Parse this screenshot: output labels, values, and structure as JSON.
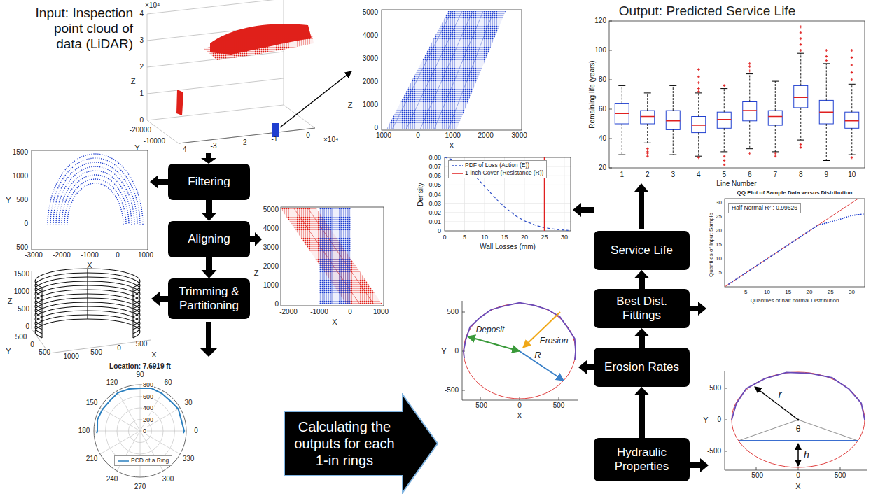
{
  "diagram": {
    "nodes": [
      {
        "text": [
          "Filtering"
        ]
      },
      {
        "text": [
          "Aligning"
        ]
      },
      {
        "text": [
          "Trimming & Partitioning"
        ]
      },
      {
        "text": [
          "Calculating the outputs for each 1-in rings"
        ]
      },
      {
        "text": [
          "Service Life"
        ]
      },
      {
        "text": [
          "Best Dist. Fittings"
        ]
      },
      {
        "text": [
          "Erosion Rates"
        ]
      },
      {
        "text": [
          "Hydraulic Properties"
        ]
      }
    ],
    "edges": [
      {
        "from": 0,
        "to": 1,
        "arrow": "to"
      },
      {
        "from": 1,
        "to": 2,
        "arrow": "to"
      },
      {
        "from": 7,
        "to": 6,
        "arrow": "to"
      },
      {
        "from": 6,
        "to": 5,
        "arrow": "to"
      },
      {
        "from": 5,
        "to": 4,
        "arrow": "to"
      }
    ],
    "labels": [
      "Input: Inspection point cloud of data (LiDAR)",
      "×10⁴",
      "4",
      "3",
      "2",
      "1",
      "0",
      "Z",
      "-20000",
      "-10000",
      "Y",
      "-4",
      "-3",
      "-2",
      "-1",
      "0",
      "×10⁴",
      "5000",
      "4000",
      "3000",
      "2000",
      "1000",
      "0",
      "Z",
      "1000",
      "0",
      "-1000",
      "-2000",
      "-3000",
      "X",
      "1500",
      "1000",
      "500",
      "0",
      "-500",
      "Y",
      "-3000",
      "-2000",
      "-1000",
      "0",
      "1000",
      "X",
      "5000",
      "4000",
      "3000",
      "2000",
      "1000",
      "0",
      "Z",
      "-2000",
      "-1000",
      "0",
      "1000",
      "X",
      "1500",
      "1000",
      "500",
      "0",
      "Z",
      "500",
      "0",
      "-500",
      "Y",
      "-1000",
      "-500",
      "0",
      "500",
      "X",
      "Location: 7.6919 ft",
      "90",
      "120",
      "60",
      "150",
      "30",
      "180",
      "0",
      "210",
      "330",
      "240",
      "300",
      "270",
      "0",
      "200",
      "400",
      "600",
      "800",
      "0.08",
      "0.07",
      "0.06",
      "0.05",
      "0.04",
      "0.03",
      "0.02",
      "0.01",
      "0",
      "Density",
      "0",
      "5",
      "10",
      "15",
      "20",
      "25",
      "30",
      "Wall Losses (mm)",
      "500",
      "0",
      "-500",
      "Y",
      "-500",
      "0",
      "500",
      "X",
      "Deposit",
      "Erosion",
      "R",
      "QQ Plot of Sample Data versus Distribution",
      "5",
      "10",
      "15",
      "20",
      "25",
      "30",
      "Quantiles of Input Sample",
      "5",
      "10",
      "15",
      "20",
      "25",
      "30",
      "Quantiles of half normal Distribution",
      "500",
      "0",
      "-500",
      "Y",
      "-500",
      "0",
      "500",
      "X",
      "r",
      "θ",
      "h",
      "Output: Predicted Service Life",
      "120",
      "100",
      "80",
      "60",
      "40",
      "20",
      "Remaining life (years)",
      "1",
      "2",
      "3",
      "4",
      "5",
      "6",
      "7",
      "8",
      "9",
      "10",
      "Line Number"
    ],
    "legend": [
      {
        "text": "PCD of a Ring"
      },
      {
        "text": "PDF of Loss (Action (E))"
      },
      {
        "text": "1-inch Cover (Resistance (R))"
      },
      {
        "text": "Half Normal R² : 0.99626"
      }
    ]
  }
}
